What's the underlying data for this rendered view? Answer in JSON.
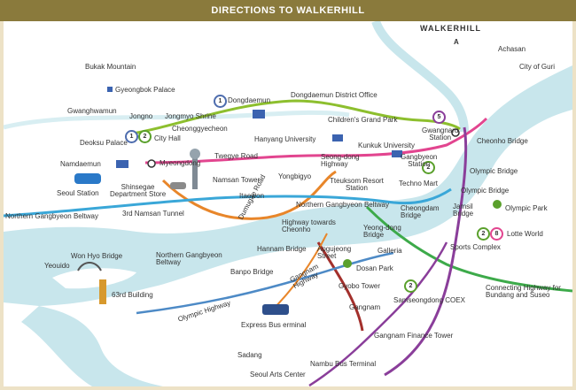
{
  "header": {
    "title": "DIRECTIONS TO WALKERHILL"
  },
  "colors": {
    "header_bg": "#8a7a3c",
    "river": "#c8e6ec",
    "line1": "#3b63b0",
    "line2": "#5aa02c",
    "line5": "#8a3e9a",
    "line3": "#e8862a",
    "line4": "#3aa7d8",
    "road_pink": "#e2458f",
    "road_red": "#a3302c",
    "road_green": "#3daa4a"
  },
  "labels": {
    "walkerhill": "WALKERHILL",
    "walkerhill_a": "A",
    "achasan": "Achasan",
    "city_of_guri": "City of Guri",
    "bukak_mountain": "Bukak Mountain",
    "gyeongbok_palace": "Gyeongbok Palace",
    "gwanghwamun": "Gwanghwamun",
    "jongno": "Jongno",
    "jongmyo_shrine": "Jongmyo Shrine",
    "dongdaemun": "Dongdaemun",
    "dongdaemun_office": "Dongdaemun District Office",
    "childrens_park": "Children's Grand Park",
    "gwangnaru": "Gwangnaru\nStation",
    "cheonho_bridge": "Cheonho Bridge",
    "deoksu_palace": "Deoksu Palace",
    "city_hall": "City Hall",
    "cheonggyecheon": "Cheonggyecheon",
    "hanyang_univ": "Hanyang University",
    "kunkuk_univ": "Kunkuk University",
    "namdaemun": "Namdaemun",
    "myeongdong": "Myeongdong",
    "twegye_road": "Twegye Road",
    "seongdong_highway": "Seong-dong\nHighway",
    "gangbyeon_station": "Gangbyeon\nStation",
    "olympic_bridge": "Olympic Bridge",
    "seoul_station": "Seoul Station",
    "shinsegae": "Shinsegae\nDepartment Store",
    "namsan_tower": "Namsan Tower",
    "yongbigyo": "Yongbigyo",
    "tteuksom": "Tteuksom Resort\nStation",
    "techno_mart": "Techno Mart",
    "olympic_bridge2": "Olympic Bridge",
    "itaewon": "Itaewon",
    "namsan_tunnel": "3rd Namsan Tunnel",
    "dumugae_road": "Dumugae Road",
    "ngb_beltway_r": "Northern Gangbyeon Beltway",
    "cheongdam_bridge": "Cheongdam\nBridge",
    "jamsil_bridge": "Jamsil\nBridge",
    "olympic_park": "Olympic Park",
    "ngb_beltway_l": "Northern Gangbyeon Beltway",
    "highway_cheonho": "Highway towards\nCheonho",
    "yeongdong_bridge": "Yeong-dong\nBridge",
    "lotte_world": "Lotte World",
    "sports_complex": "Sports Complex",
    "wonhyo_bridge": "Won Hyo Bridge",
    "yeouido": "Yeouido",
    "ngb_beltway_m": "Northern Gangbyeon\nBeltway",
    "hannam_bridge": "Hannam Bridge",
    "apgujeong": "Apgujeong\nStreet",
    "galleria": "Galleria",
    "dosan_park": "Dosan Park",
    "banpo_bridge": "Banpo Bridge",
    "building63": "63rd Building",
    "gangnam_highway": "Gangnam\nHighway",
    "gyobo_tower": "Gyobo Tower",
    "samseong_coex": "Samseongdong COEX",
    "connecting_highway": "Connecting Highway for\nBundang and Suseo",
    "olympic_highway": "Olympic Highway",
    "express_bus": "Express Bus erminal",
    "gangnam": "Gangnam",
    "gangnam_finance": "Gangnam Finance Tower",
    "sadang": "Sadang",
    "nambu_bus": "Nambu Bus Terminal",
    "seoul_arts": "Seoul Arts Center"
  },
  "subway_badges": {
    "dongdaemun": "1",
    "city_hall_1": "1",
    "city_hall_2": "2",
    "gwangnaru": "5",
    "gangbyeon": "2",
    "lotte_2": "2",
    "lotte_8": "8",
    "samseong": "2"
  }
}
